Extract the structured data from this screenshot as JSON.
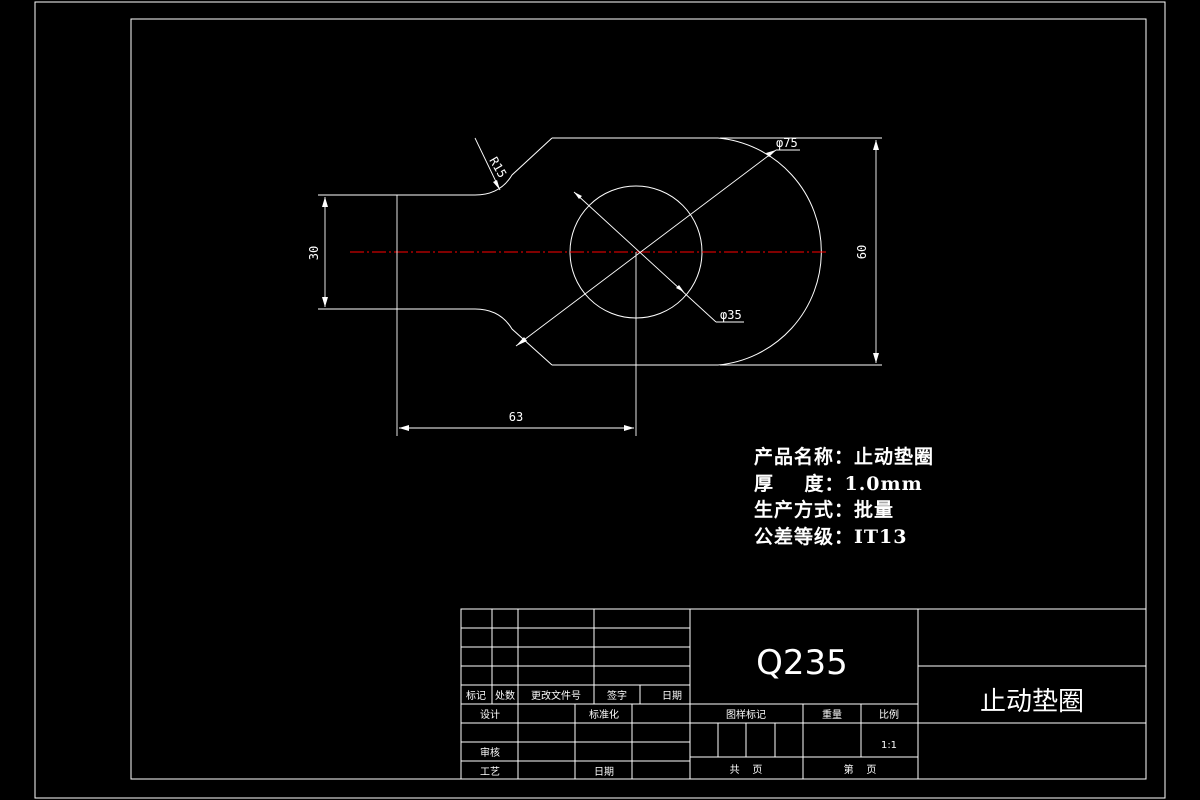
{
  "drawing": {
    "dimensions": {
      "radius": "R15",
      "outer_diameter": "φ75",
      "inner_diameter": "φ35",
      "neck_height": "30",
      "total_height": "60",
      "center_distance": "63"
    },
    "notes": [
      {
        "label": "产品名称：",
        "value": "止动垫圈"
      },
      {
        "label": "厚    度：",
        "value": "1.0mm"
      },
      {
        "label": "生产方式：",
        "value": "批量"
      },
      {
        "label": "公差等级：",
        "value": "IT13"
      }
    ]
  },
  "title_block": {
    "material": "Q235",
    "part_name": "止动垫圈",
    "rev_headers": [
      "标记",
      "处数",
      "更改文件号",
      "签字",
      "日期"
    ],
    "design": "设计",
    "standardization": "标准化",
    "review": "审核",
    "process": "工艺",
    "date": "日期",
    "stage_mark": "图样标记",
    "weight": "重量",
    "scale": "比例",
    "scale_value": "1:1",
    "total_sheets": "共    页",
    "sheet_no": "第    页"
  },
  "colors": {
    "line": "#ffffff",
    "centerline": "#ff0000",
    "background": "#000000"
  }
}
